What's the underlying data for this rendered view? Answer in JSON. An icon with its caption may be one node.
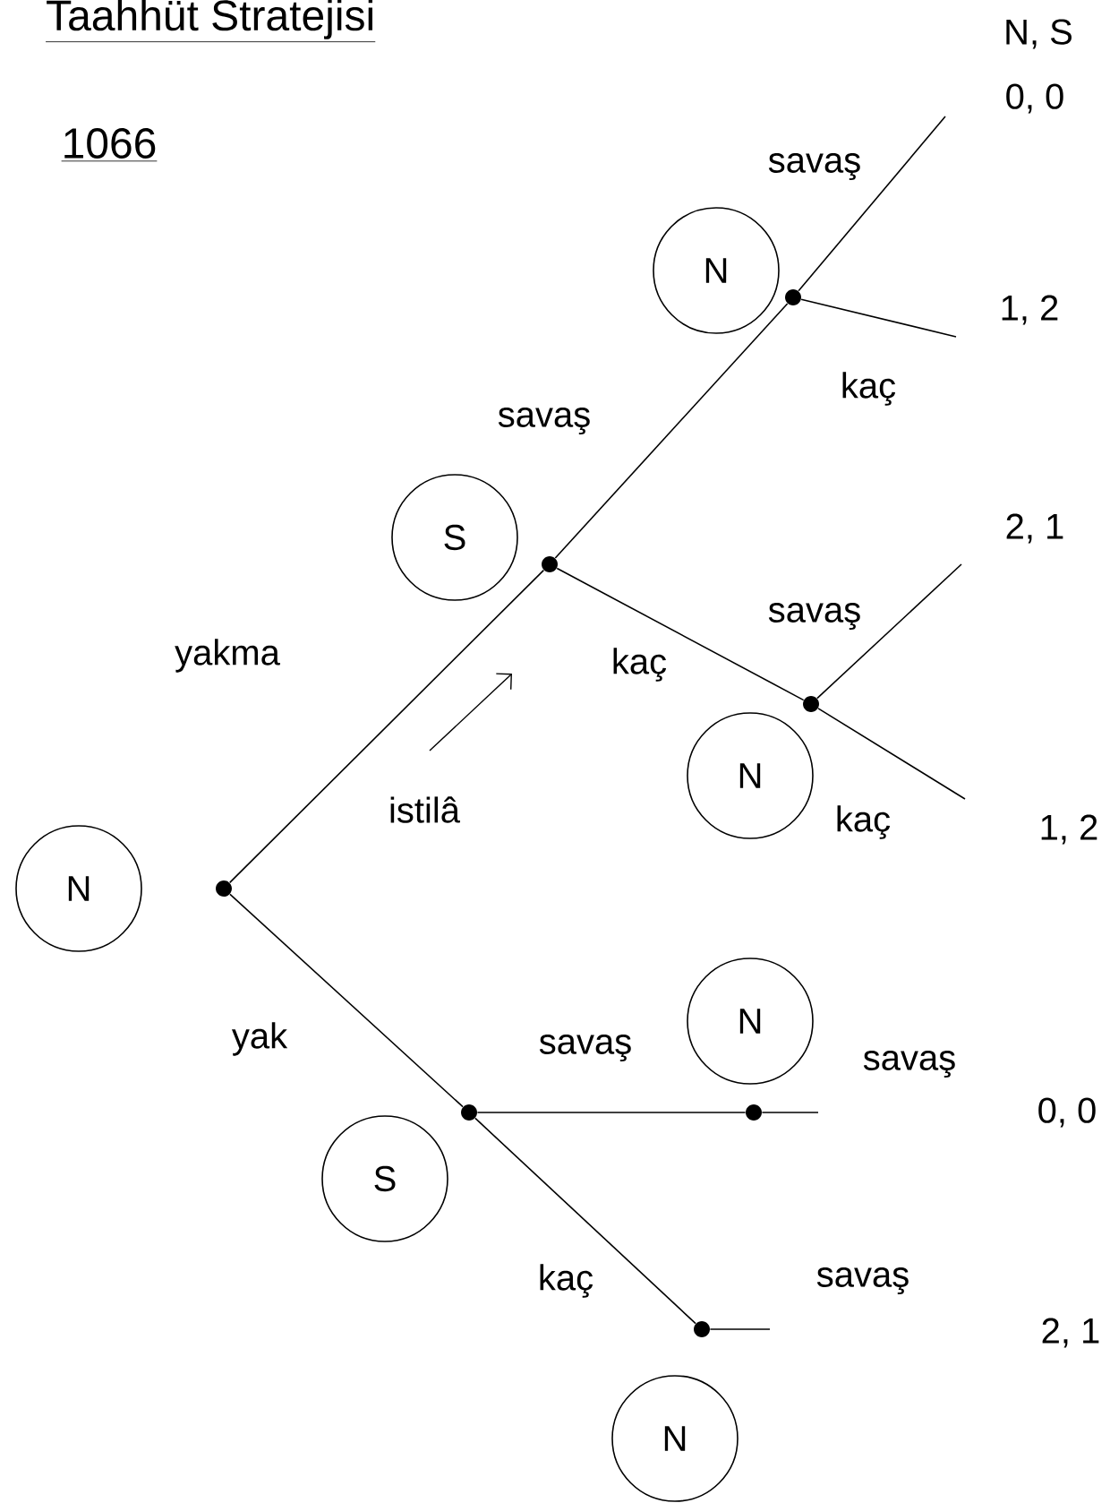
{
  "diagram": {
    "title": "Taahhüt Stratejisi",
    "nodes": [
      {
        "text": [
          "N"
        ]
      },
      {
        "text": [
          "S"
        ]
      },
      {
        "text": [
          "N"
        ]
      },
      {
        "text": [
          "N"
        ]
      },
      {
        "text": [
          "N"
        ]
      },
      {
        "text": [
          "S"
        ]
      },
      {
        "text": [
          "N"
        ]
      },
      {
        "text": [],
        "shape": "dot"
      },
      {
        "text": [],
        "shape": "dot"
      },
      {
        "text": [],
        "shape": "dot"
      },
      {
        "text": [],
        "shape": "dot"
      },
      {
        "text": [],
        "shape": "dot"
      },
      {
        "text": [],
        "shape": "dot"
      },
      {
        "text": [],
        "shape": "dot"
      }
    ],
    "edges": [
      {
        "from": 7,
        "to": 8,
        "arrow": "none",
        "label": "yakma"
      },
      {
        "from": 8,
        "to": 9,
        "arrow": "none",
        "label": "savaş"
      },
      {
        "from": 9,
        "to": null,
        "arrow": "none",
        "label": "savaş"
      },
      {
        "from": 9,
        "to": null,
        "arrow": "none",
        "label": "kaç"
      },
      {
        "from": 8,
        "to": 10,
        "arrow": "none",
        "label": "kaç"
      },
      {
        "from": 10,
        "to": null,
        "arrow": "none",
        "label": "savaş"
      },
      {
        "from": 10,
        "to": null,
        "arrow": "none",
        "label": "kaç"
      },
      {
        "from": 7,
        "to": 11,
        "arrow": "none",
        "label": "yak"
      },
      {
        "from": 11,
        "to": 12,
        "arrow": "none",
        "label": "savaş"
      },
      {
        "from": 12,
        "to": null,
        "arrow": "none",
        "label": "savaş"
      },
      {
        "from": 11,
        "to": 13,
        "arrow": "none",
        "label": "kaç"
      },
      {
        "from": 13,
        "to": null,
        "arrow": "none",
        "label": "savaş"
      }
    ],
    "labels": [
      "1066",
      "N, S",
      "0, 0",
      "1, 2",
      "2, 1",
      "1, 2",
      "0, 0",
      "2, 1",
      "istilâ"
    ]
  }
}
